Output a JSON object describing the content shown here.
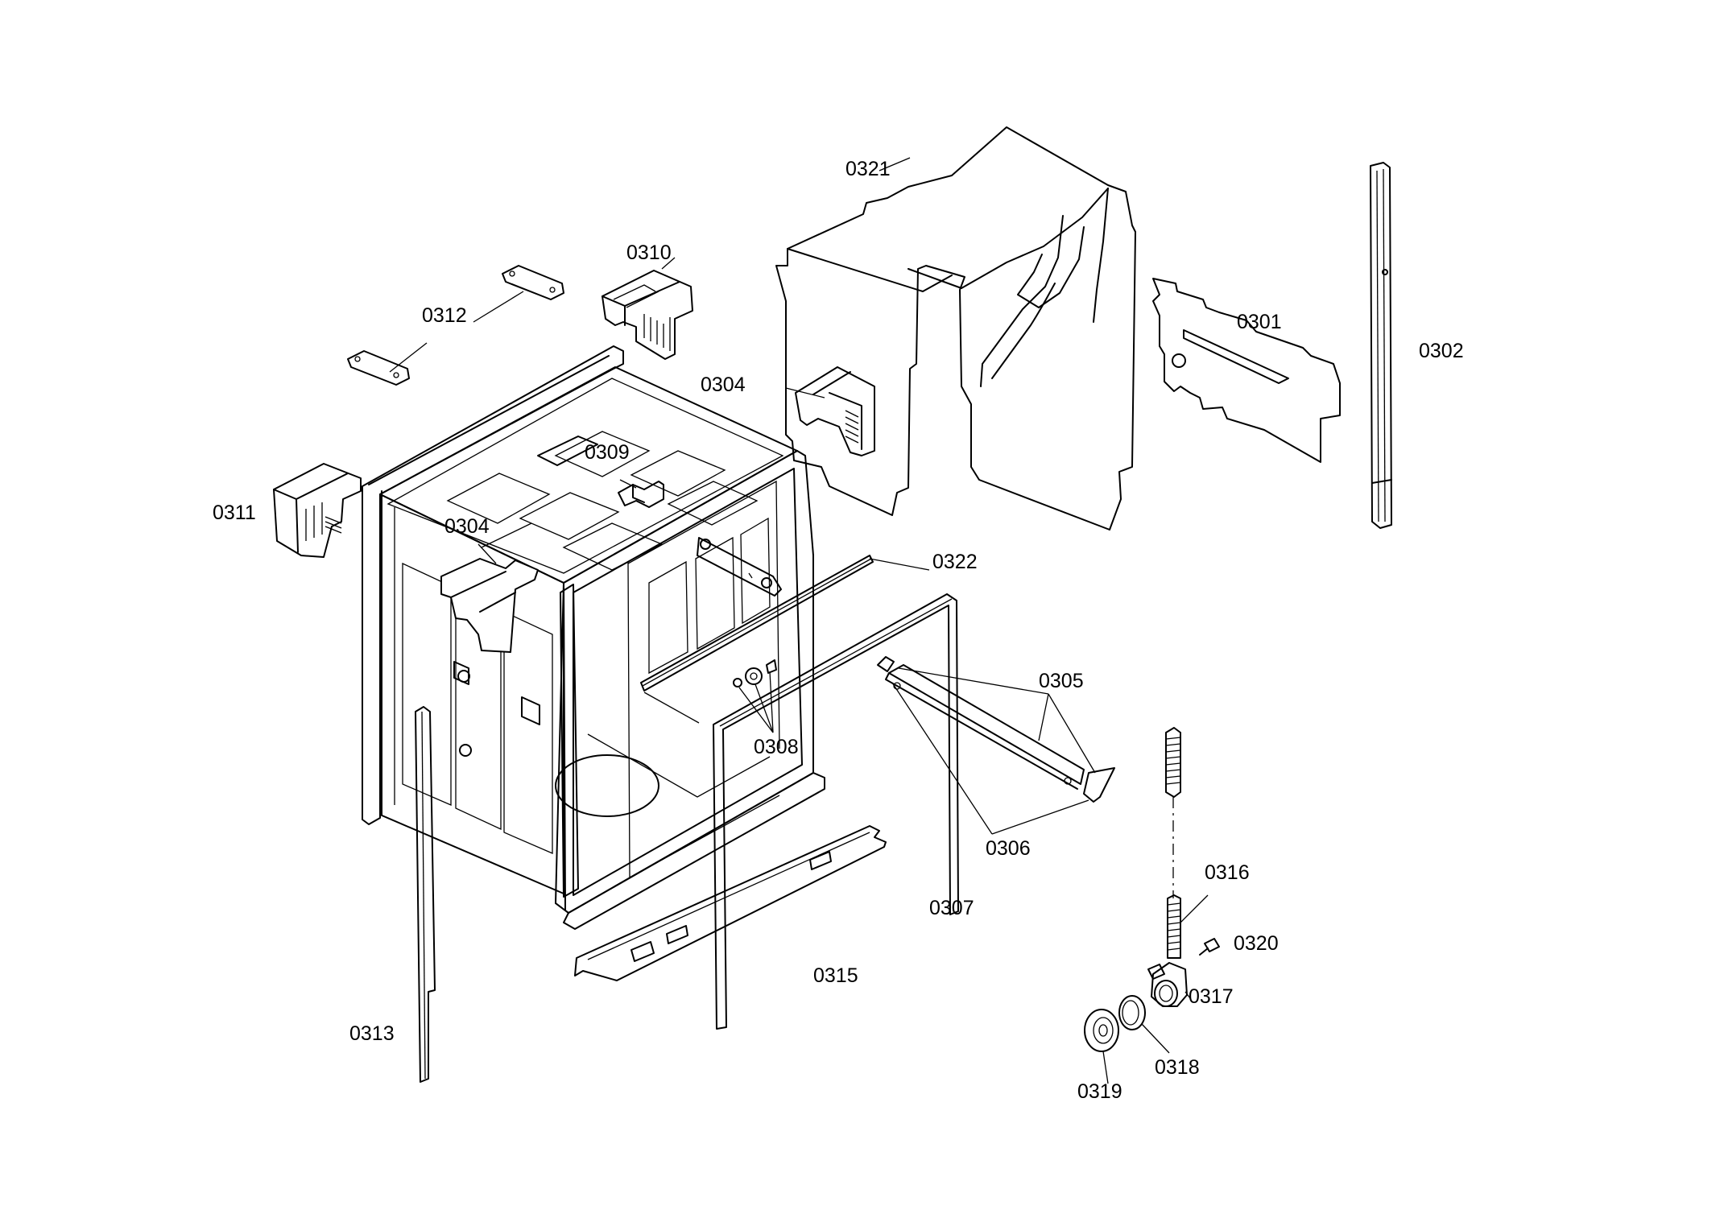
{
  "diagram": {
    "parts": [
      {
        "id": "p0301",
        "label": "0301"
      },
      {
        "id": "p0302",
        "label": "0302"
      },
      {
        "id": "p0304a",
        "label": "0304"
      },
      {
        "id": "p0304b",
        "label": "0304"
      },
      {
        "id": "p0305",
        "label": "0305"
      },
      {
        "id": "p0306",
        "label": "0306"
      },
      {
        "id": "p0307",
        "label": "0307"
      },
      {
        "id": "p0308",
        "label": "0308"
      },
      {
        "id": "p0309",
        "label": "0309"
      },
      {
        "id": "p0310",
        "label": "0310"
      },
      {
        "id": "p0311",
        "label": "0311"
      },
      {
        "id": "p0312",
        "label": "0312"
      },
      {
        "id": "p0313",
        "label": "0313"
      },
      {
        "id": "p0315",
        "label": "0315"
      },
      {
        "id": "p0316",
        "label": "0316"
      },
      {
        "id": "p0317",
        "label": "0317"
      },
      {
        "id": "p0318",
        "label": "0318"
      },
      {
        "id": "p0319",
        "label": "0319"
      },
      {
        "id": "p0320",
        "label": "0320"
      },
      {
        "id": "p0321",
        "label": "0321"
      },
      {
        "id": "p0322",
        "label": "0322"
      }
    ]
  }
}
